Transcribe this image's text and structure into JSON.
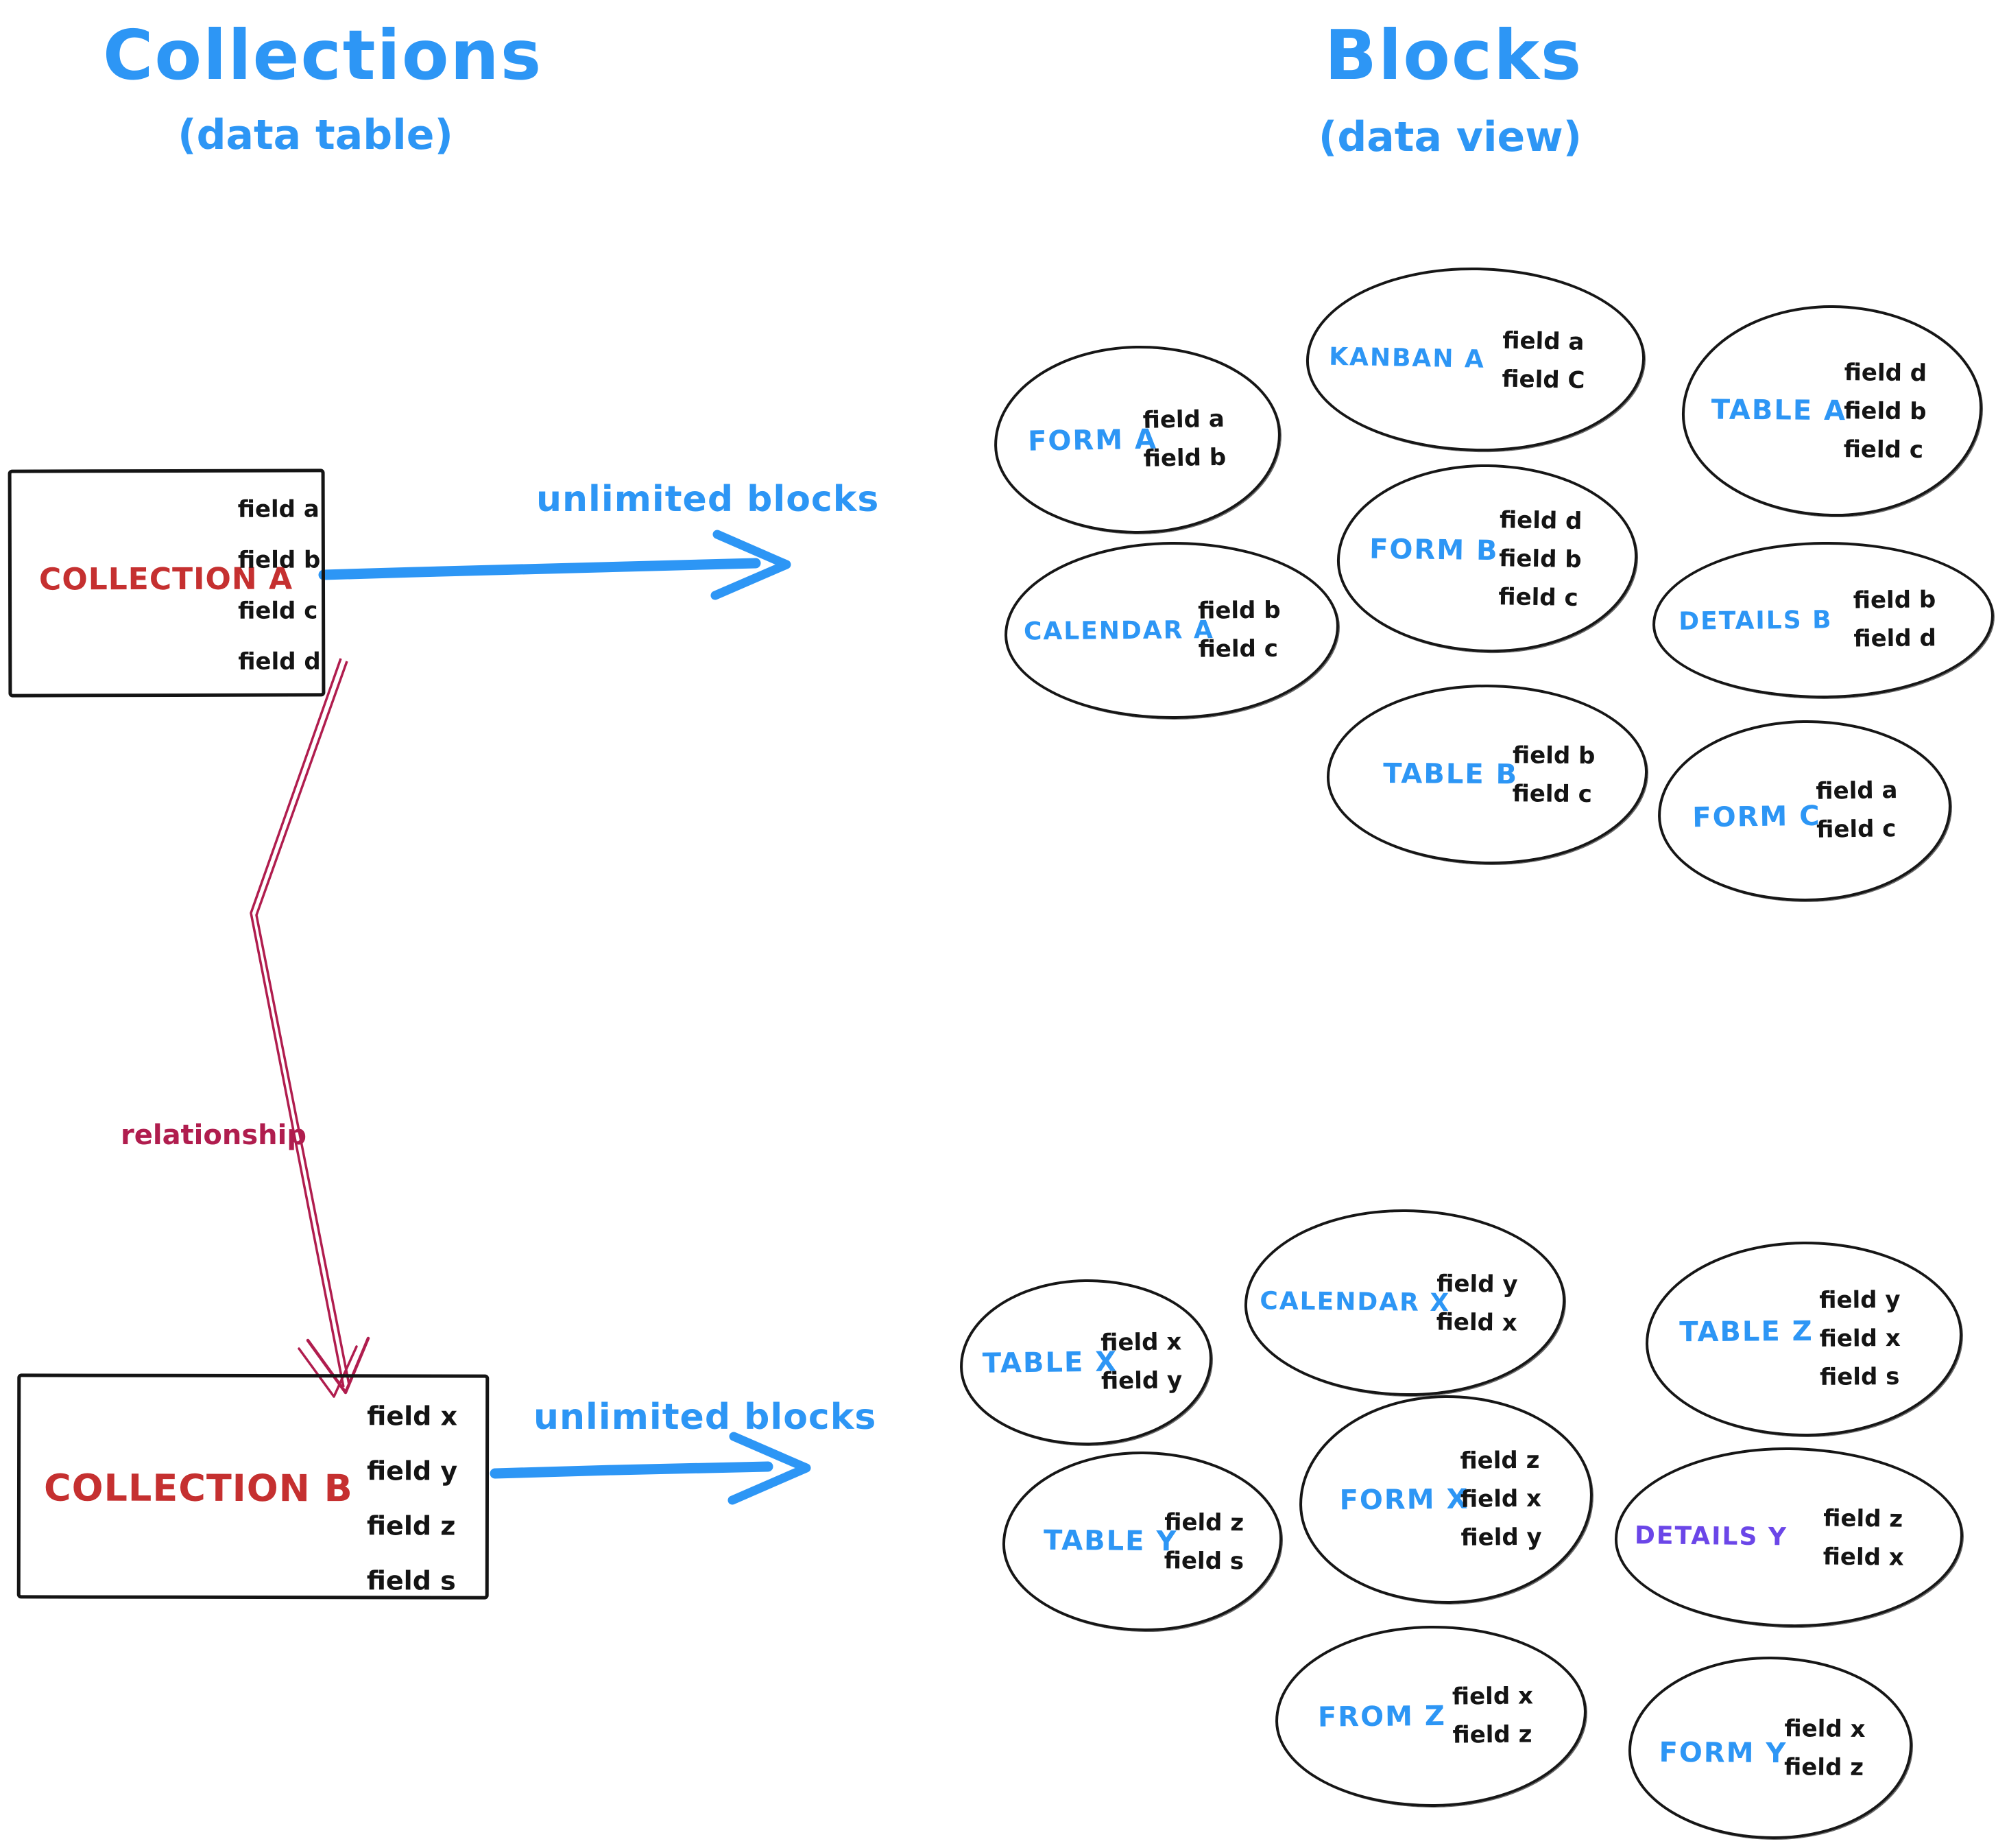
{
  "titles": {
    "collections": "Collections",
    "collections_sub": "(data table)",
    "blocks": "Blocks",
    "blocks_sub": "(data view)"
  },
  "collection_a": {
    "name": "COLLECTION A",
    "fields": [
      "field a",
      "field b",
      "field c",
      "field d"
    ]
  },
  "collection_b": {
    "name": "COLLECTION B",
    "fields": [
      "field x",
      "field y",
      "field z",
      "field s"
    ]
  },
  "arrows": {
    "a_label": "unlimited blocks",
    "b_label": "unlimited blocks",
    "relationship_label": "relationship"
  },
  "cluster_a": [
    {
      "label": "FORM A",
      "fields": [
        "field a",
        "field b"
      ]
    },
    {
      "label": "KANBAN A",
      "fields": [
        "field a",
        "field C"
      ]
    },
    {
      "label": "TABLE A",
      "fields": [
        "field d",
        "field b",
        "field c"
      ]
    },
    {
      "label": "CALENDAR A",
      "fields": [
        "field b",
        "field c"
      ]
    },
    {
      "label": "FORM B",
      "fields": [
        "field d",
        "field b",
        "field c"
      ]
    },
    {
      "label": "DETAILS B",
      "fields": [
        "field b",
        "field d"
      ]
    },
    {
      "label": "TABLE B",
      "fields": [
        "field b",
        "field c"
      ]
    },
    {
      "label": "FORM C",
      "fields": [
        "field a",
        "field c"
      ]
    }
  ],
  "cluster_b": [
    {
      "label": "TABLE X",
      "fields": [
        "field x",
        "field y"
      ]
    },
    {
      "label": "CALENDAR X",
      "fields": [
        "field y",
        "field x"
      ]
    },
    {
      "label": "TABLE Z",
      "fields": [
        "field y",
        "field x",
        "field s"
      ]
    },
    {
      "label": "TABLE Y",
      "fields": [
        "field z",
        "field s"
      ]
    },
    {
      "label": "FORM X",
      "fields": [
        "field z",
        "field x",
        "field y"
      ]
    },
    {
      "label": "DETAILS Y",
      "fields": [
        "field z",
        "field x"
      ]
    },
    {
      "label": "FROM Z",
      "fields": [
        "field x",
        "field z"
      ]
    },
    {
      "label": "FORM Y",
      "fields": [
        "field x",
        "field z"
      ]
    }
  ],
  "colors": {
    "accent_blue": "#2d96f5",
    "collection_red": "#c53030",
    "relationship_crimson": "#b01d4e",
    "details_y_purple": "#6b46e8",
    "ink": "#141414"
  }
}
